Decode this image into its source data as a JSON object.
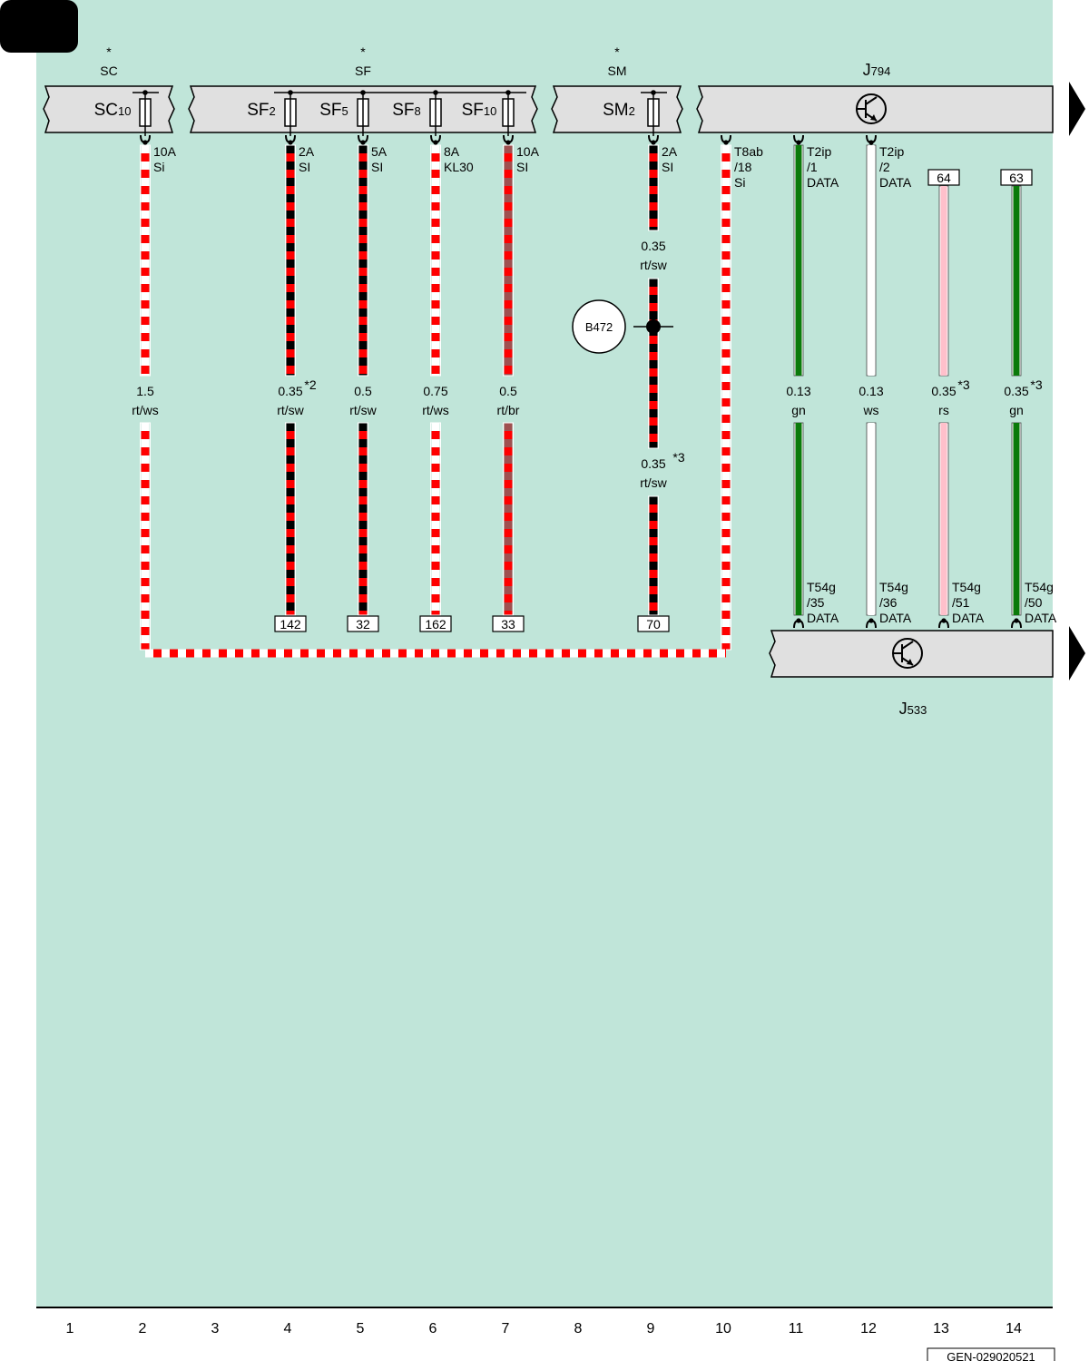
{
  "colors": {
    "background": "#c0e5d9",
    "box_fill": "#e0e0e0",
    "red": "#ff0000",
    "black": "#000000",
    "white": "#ffffff",
    "brown": "#a05050",
    "green": "#0a7a0a",
    "pink": "#ffc0cb"
  },
  "groups": [
    {
      "star": "*",
      "code": "SC"
    },
    {
      "star": "*",
      "code": "SF"
    },
    {
      "star": "*",
      "code": "SM"
    }
  ],
  "units": {
    "j794": {
      "main": "J",
      "sub": "794"
    },
    "j533": {
      "main": "J",
      "sub": "533"
    }
  },
  "fuses": [
    {
      "main": "SC",
      "sub": "10"
    },
    {
      "main": "SF",
      "sub": "2"
    },
    {
      "main": "SF",
      "sub": "5"
    },
    {
      "main": "SF",
      "sub": "8"
    },
    {
      "main": "SF",
      "sub": "10"
    },
    {
      "main": "SM",
      "sub": "2"
    }
  ],
  "wires": [
    {
      "id": "w2",
      "col": 2,
      "top": [
        "10A",
        "Si"
      ],
      "size": "1.5",
      "color": "rt/ws",
      "note": "",
      "bottom": [],
      "ref": "",
      "stripe": "ws"
    },
    {
      "id": "w4",
      "col": 4,
      "top": [
        "2A",
        "SI"
      ],
      "size": "0.35",
      "color": "rt/sw",
      "note": "*2",
      "bottom": [],
      "ref": "142",
      "stripe": "sw"
    },
    {
      "id": "w5",
      "col": 5,
      "top": [
        "5A",
        "SI"
      ],
      "size": "0.5",
      "color": "rt/sw",
      "note": "",
      "bottom": [],
      "ref": "32",
      "stripe": "sw"
    },
    {
      "id": "w6",
      "col": 6,
      "top": [
        "8A",
        "KL30"
      ],
      "size": "0.75",
      "color": "rt/ws",
      "note": "",
      "bottom": [],
      "ref": "162",
      "stripe": "ws"
    },
    {
      "id": "w7",
      "col": 7,
      "top": [
        "10A",
        "SI"
      ],
      "size": "0.5",
      "color": "rt/br",
      "note": "",
      "bottom": [],
      "ref": "33",
      "stripe": "br"
    },
    {
      "id": "w10",
      "col": 10,
      "top": [
        "T8ab",
        "/18",
        "Si"
      ],
      "size": "",
      "color": "",
      "note": "",
      "bottom": [],
      "ref": "",
      "stripe": "ws"
    },
    {
      "id": "w11",
      "col": 11,
      "top": [
        "T2ip",
        "/1",
        "DATA"
      ],
      "size": "0.13",
      "color": "gn",
      "note": "",
      "bottom": [
        "T54g",
        "/35",
        "DATA"
      ],
      "ref": "",
      "stripe": "gn"
    },
    {
      "id": "w12",
      "col": 12,
      "top": [
        "T2ip",
        "/2",
        "DATA"
      ],
      "size": "0.13",
      "color": "ws",
      "note": "",
      "bottom": [
        "T54g",
        "/36",
        "DATA"
      ],
      "ref": "",
      "stripe": "white"
    },
    {
      "id": "w13",
      "col": 13,
      "top": [],
      "size": "0.35",
      "color": "rs",
      "note": "*3",
      "bottom": [
        "T54g",
        "/51",
        "DATA"
      ],
      "ref": "64",
      "stripe": "rs"
    },
    {
      "id": "w14",
      "col": 14,
      "top": [],
      "size": "0.35",
      "color": "gn",
      "note": "*3",
      "bottom": [
        "T54g",
        "/50",
        "DATA"
      ],
      "ref": "63",
      "stripe": "gn"
    }
  ],
  "w9": {
    "top": [
      "2A",
      "SI"
    ],
    "upper": {
      "size": "0.35",
      "color": "rt/sw"
    },
    "lower": {
      "size": "0.35",
      "color": "rt/sw",
      "note": "*3"
    },
    "ref": "70",
    "splice": "B472"
  },
  "columns": [
    "1",
    "2",
    "3",
    "4",
    "5",
    "6",
    "7",
    "8",
    "9",
    "10",
    "11",
    "12",
    "13",
    "14"
  ],
  "doc_code": "GEN-029020521"
}
